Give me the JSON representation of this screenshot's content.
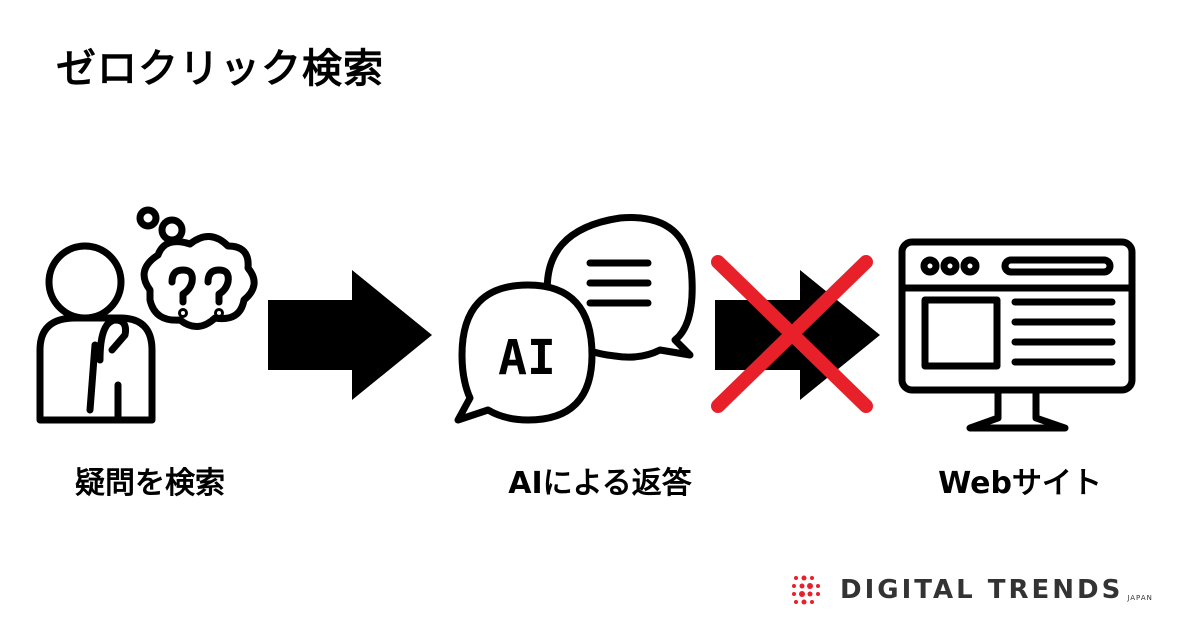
{
  "title": "ゼロクリック検索",
  "steps": [
    {
      "label": "疑問を検索",
      "icon": "thinking-person-icon"
    },
    {
      "label": "AIによる返答",
      "icon": "ai-chat-bubbles-icon",
      "bubble_text": "AI"
    },
    {
      "label": "Webサイト",
      "icon": "website-monitor-icon"
    }
  ],
  "arrows": [
    {
      "icon": "arrow-right-icon",
      "blocked": false
    },
    {
      "icon": "arrow-right-icon",
      "blocked": true
    }
  ],
  "brand": {
    "name": "DIGITAL TRENDS",
    "sub": "JAPAN"
  },
  "colors": {
    "ink": "#000000",
    "cross": "#e8202a",
    "brand_dots": "#e8202a"
  }
}
